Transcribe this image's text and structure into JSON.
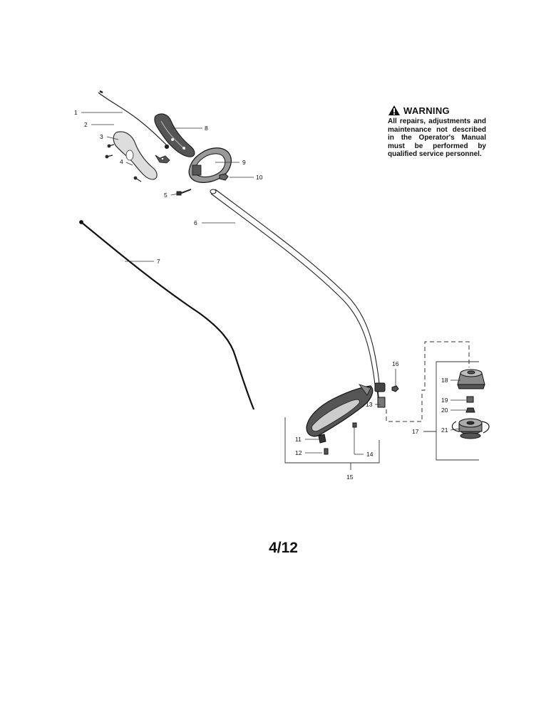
{
  "warning": {
    "icon": "warning-triangle-icon",
    "title": "WARNING",
    "body": "All repairs, adjustments and maintenance not described in the Operator's Manual must be performed by qualified service personnel."
  },
  "callouts": [
    "1",
    "2",
    "3",
    "4",
    "5",
    "6",
    "7",
    "8",
    "9",
    "10",
    "11",
    "12",
    "13",
    "14",
    "15",
    "16",
    "17",
    "18",
    "19",
    "20",
    "21"
  ],
  "page_number": "4/12"
}
